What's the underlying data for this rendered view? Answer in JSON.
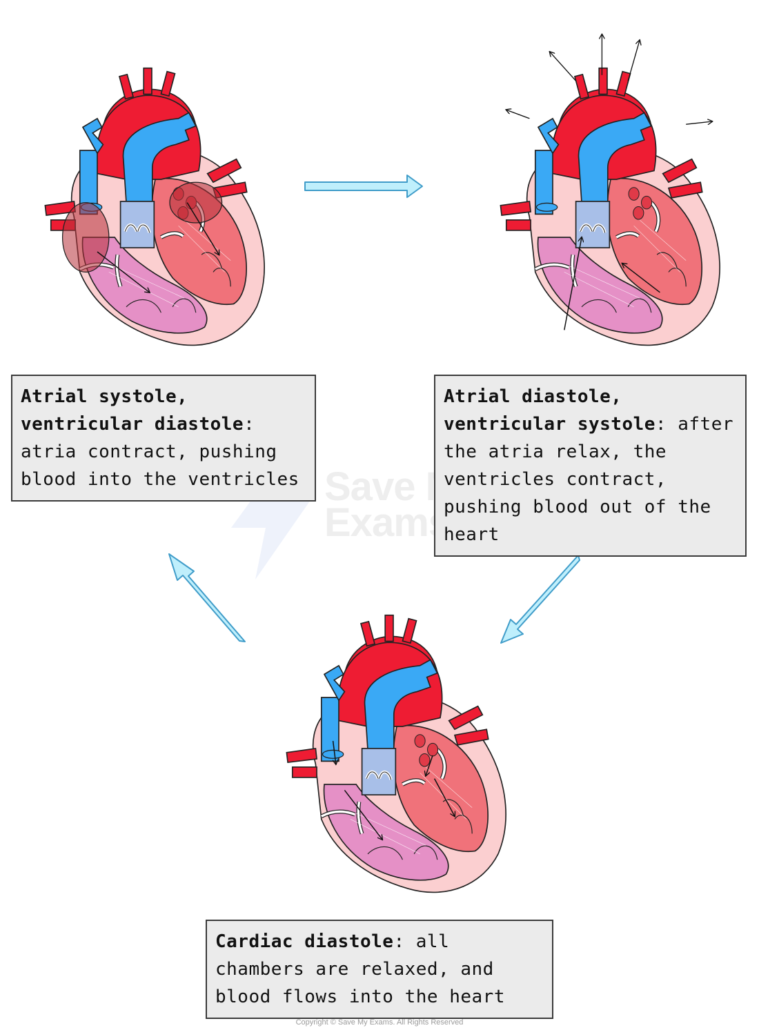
{
  "stages": [
    {
      "id": "atrial-systole",
      "title": "Atrial systole, ventricular diastole",
      "description": "atria contract, pushing blood into the ventricles"
    },
    {
      "id": "ventricular-systole",
      "title": "Atrial diastole, ventricular systole",
      "description": "after the atria relax, the ventricles contract, pushing blood out of the heart"
    },
    {
      "id": "cardiac-diastole",
      "title": "Cardiac diastole",
      "description": "all chambers are relaxed, and blood flows into the heart"
    }
  ],
  "separator": ":",
  "watermark": {
    "line1": "Save My",
    "line2": "Exams"
  },
  "copyright": "Copyright © Save My Exams. All Rights Reserved",
  "colors": {
    "aorta": "#ee1c33",
    "vena_cava": "#3aa9f5",
    "right_chamber": "#e590c6",
    "left_chamber": "#f0727a",
    "atrium_contract": "#b7313a",
    "muscle_wall": "#fbcfd0",
    "pulmonary_trunk": "#a8bfe8",
    "flow_arrow_fill": "#bfeffc",
    "flow_arrow_stroke": "#3f9cc9",
    "caption_bg": "#ebebeb"
  }
}
